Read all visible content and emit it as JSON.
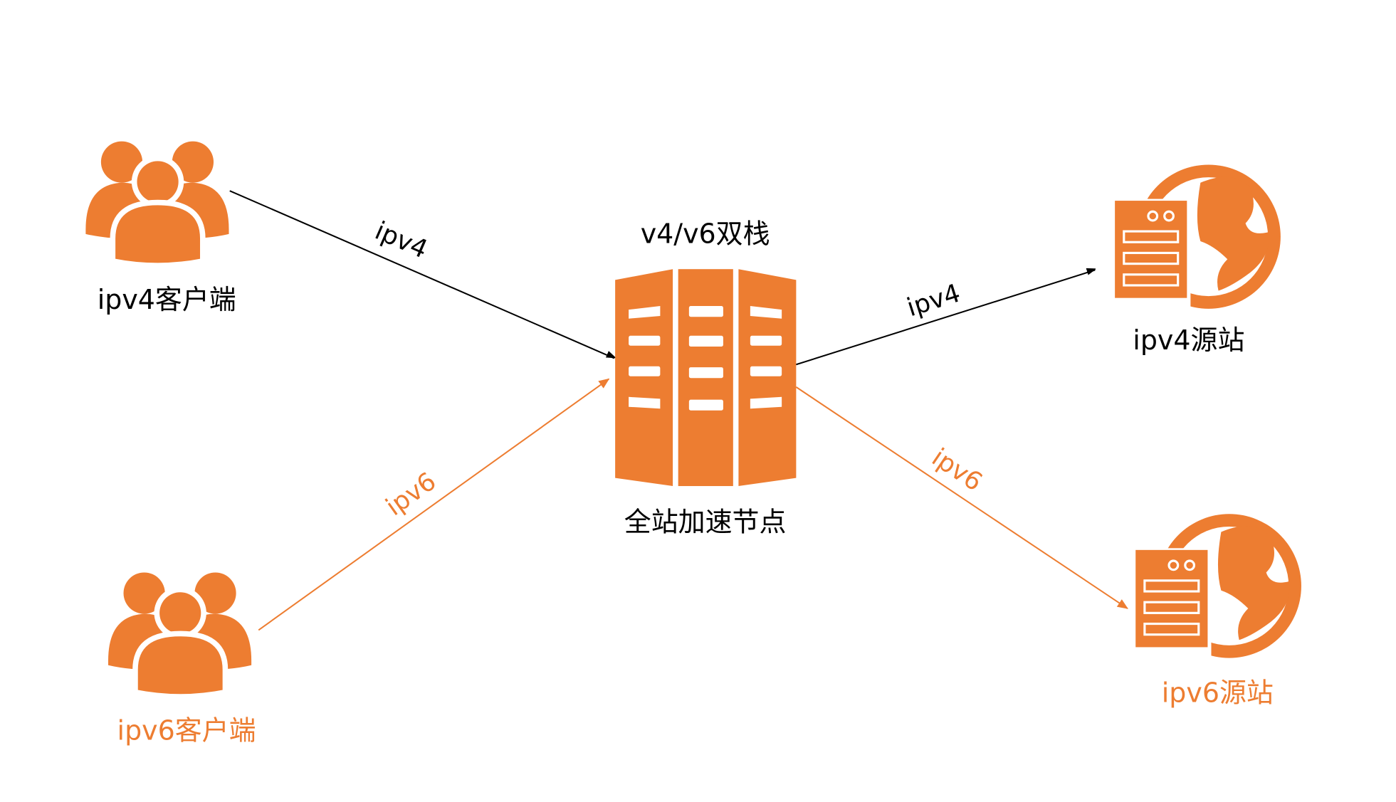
{
  "colors": {
    "accent": "#ED7D31",
    "dark": "#000000"
  },
  "nodes": {
    "ipv4_client": {
      "label": "ipv4客户端",
      "icon": "users-icon"
    },
    "ipv6_client": {
      "label": "ipv6客户端",
      "icon": "users-icon"
    },
    "edge_node": {
      "top_label": "v4/v6双栈",
      "label": "全站加速节点",
      "icon": "server-rack-icon"
    },
    "ipv4_origin": {
      "label": "ipv4源站",
      "icon": "web-server-globe-icon"
    },
    "ipv6_origin": {
      "label": "ipv6源站",
      "icon": "web-server-globe-icon"
    }
  },
  "edges": [
    {
      "from": "ipv4_client",
      "to": "edge_node",
      "label": "ipv4"
    },
    {
      "from": "ipv6_client",
      "to": "edge_node",
      "label": "ipv6"
    },
    {
      "from": "edge_node",
      "to": "ipv4_origin",
      "label": "ipv4"
    },
    {
      "from": "edge_node",
      "to": "ipv6_origin",
      "label": "ipv6"
    }
  ]
}
